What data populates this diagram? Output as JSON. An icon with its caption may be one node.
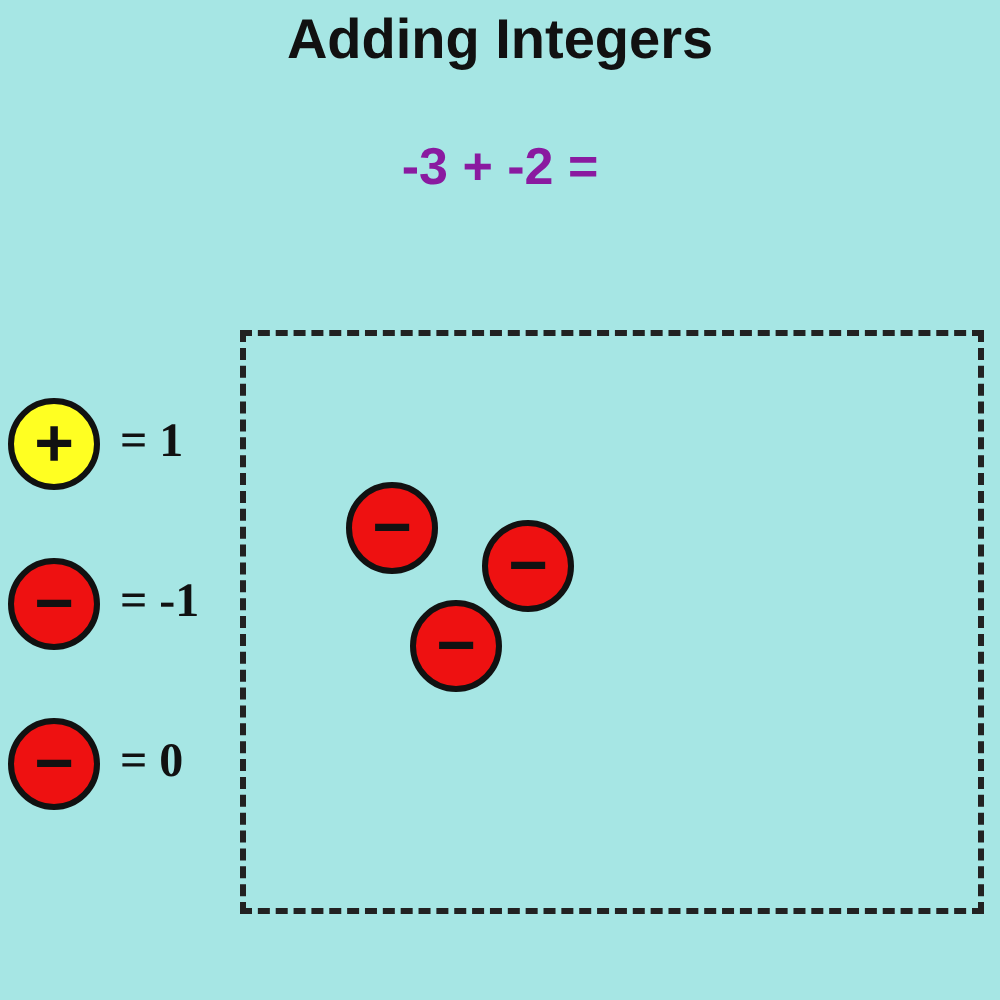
{
  "diagram": {
    "title": "Adding Integers",
    "nodes": [
      {
        "text": [
          "+"
        ]
      },
      {
        "text": [
          "−"
        ]
      },
      {
        "text": [
          "−"
        ]
      },
      {
        "text": [],
        "shape": "box"
      },
      {
        "text": [
          "−"
        ],
        "in": 3
      },
      {
        "text": [
          "−"
        ],
        "in": 3
      },
      {
        "text": [
          "−"
        ],
        "in": 3
      }
    ],
    "labels": [
      "-3 + -2 =",
      "= 1",
      "= -1",
      "= 0"
    ]
  }
}
